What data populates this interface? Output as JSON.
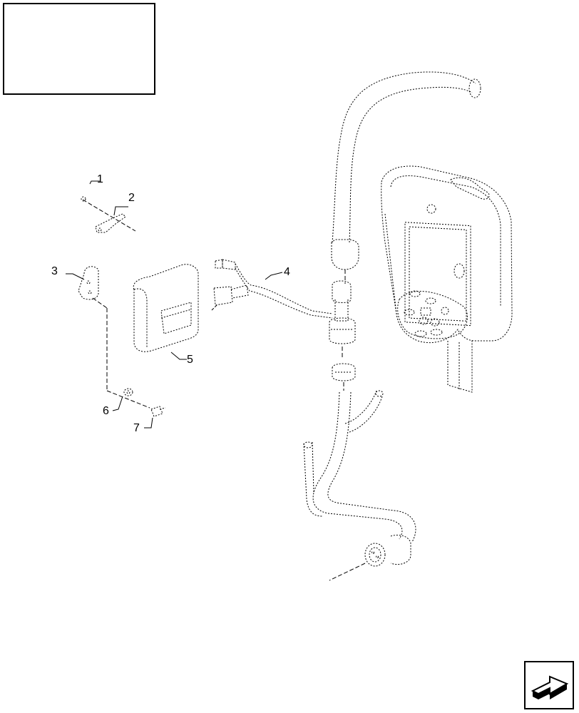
{
  "title_box": {
    "text": ""
  },
  "callouts": [
    {
      "id": "1",
      "label": "1"
    },
    {
      "id": "2",
      "label": "2"
    },
    {
      "id": "3",
      "label": "3"
    },
    {
      "id": "4",
      "label": "4"
    },
    {
      "id": "5",
      "label": "5"
    },
    {
      "id": "6",
      "label": "6"
    },
    {
      "id": "7",
      "label": "7"
    }
  ],
  "navigation": {
    "icon": "next-page-arrow-icon"
  }
}
